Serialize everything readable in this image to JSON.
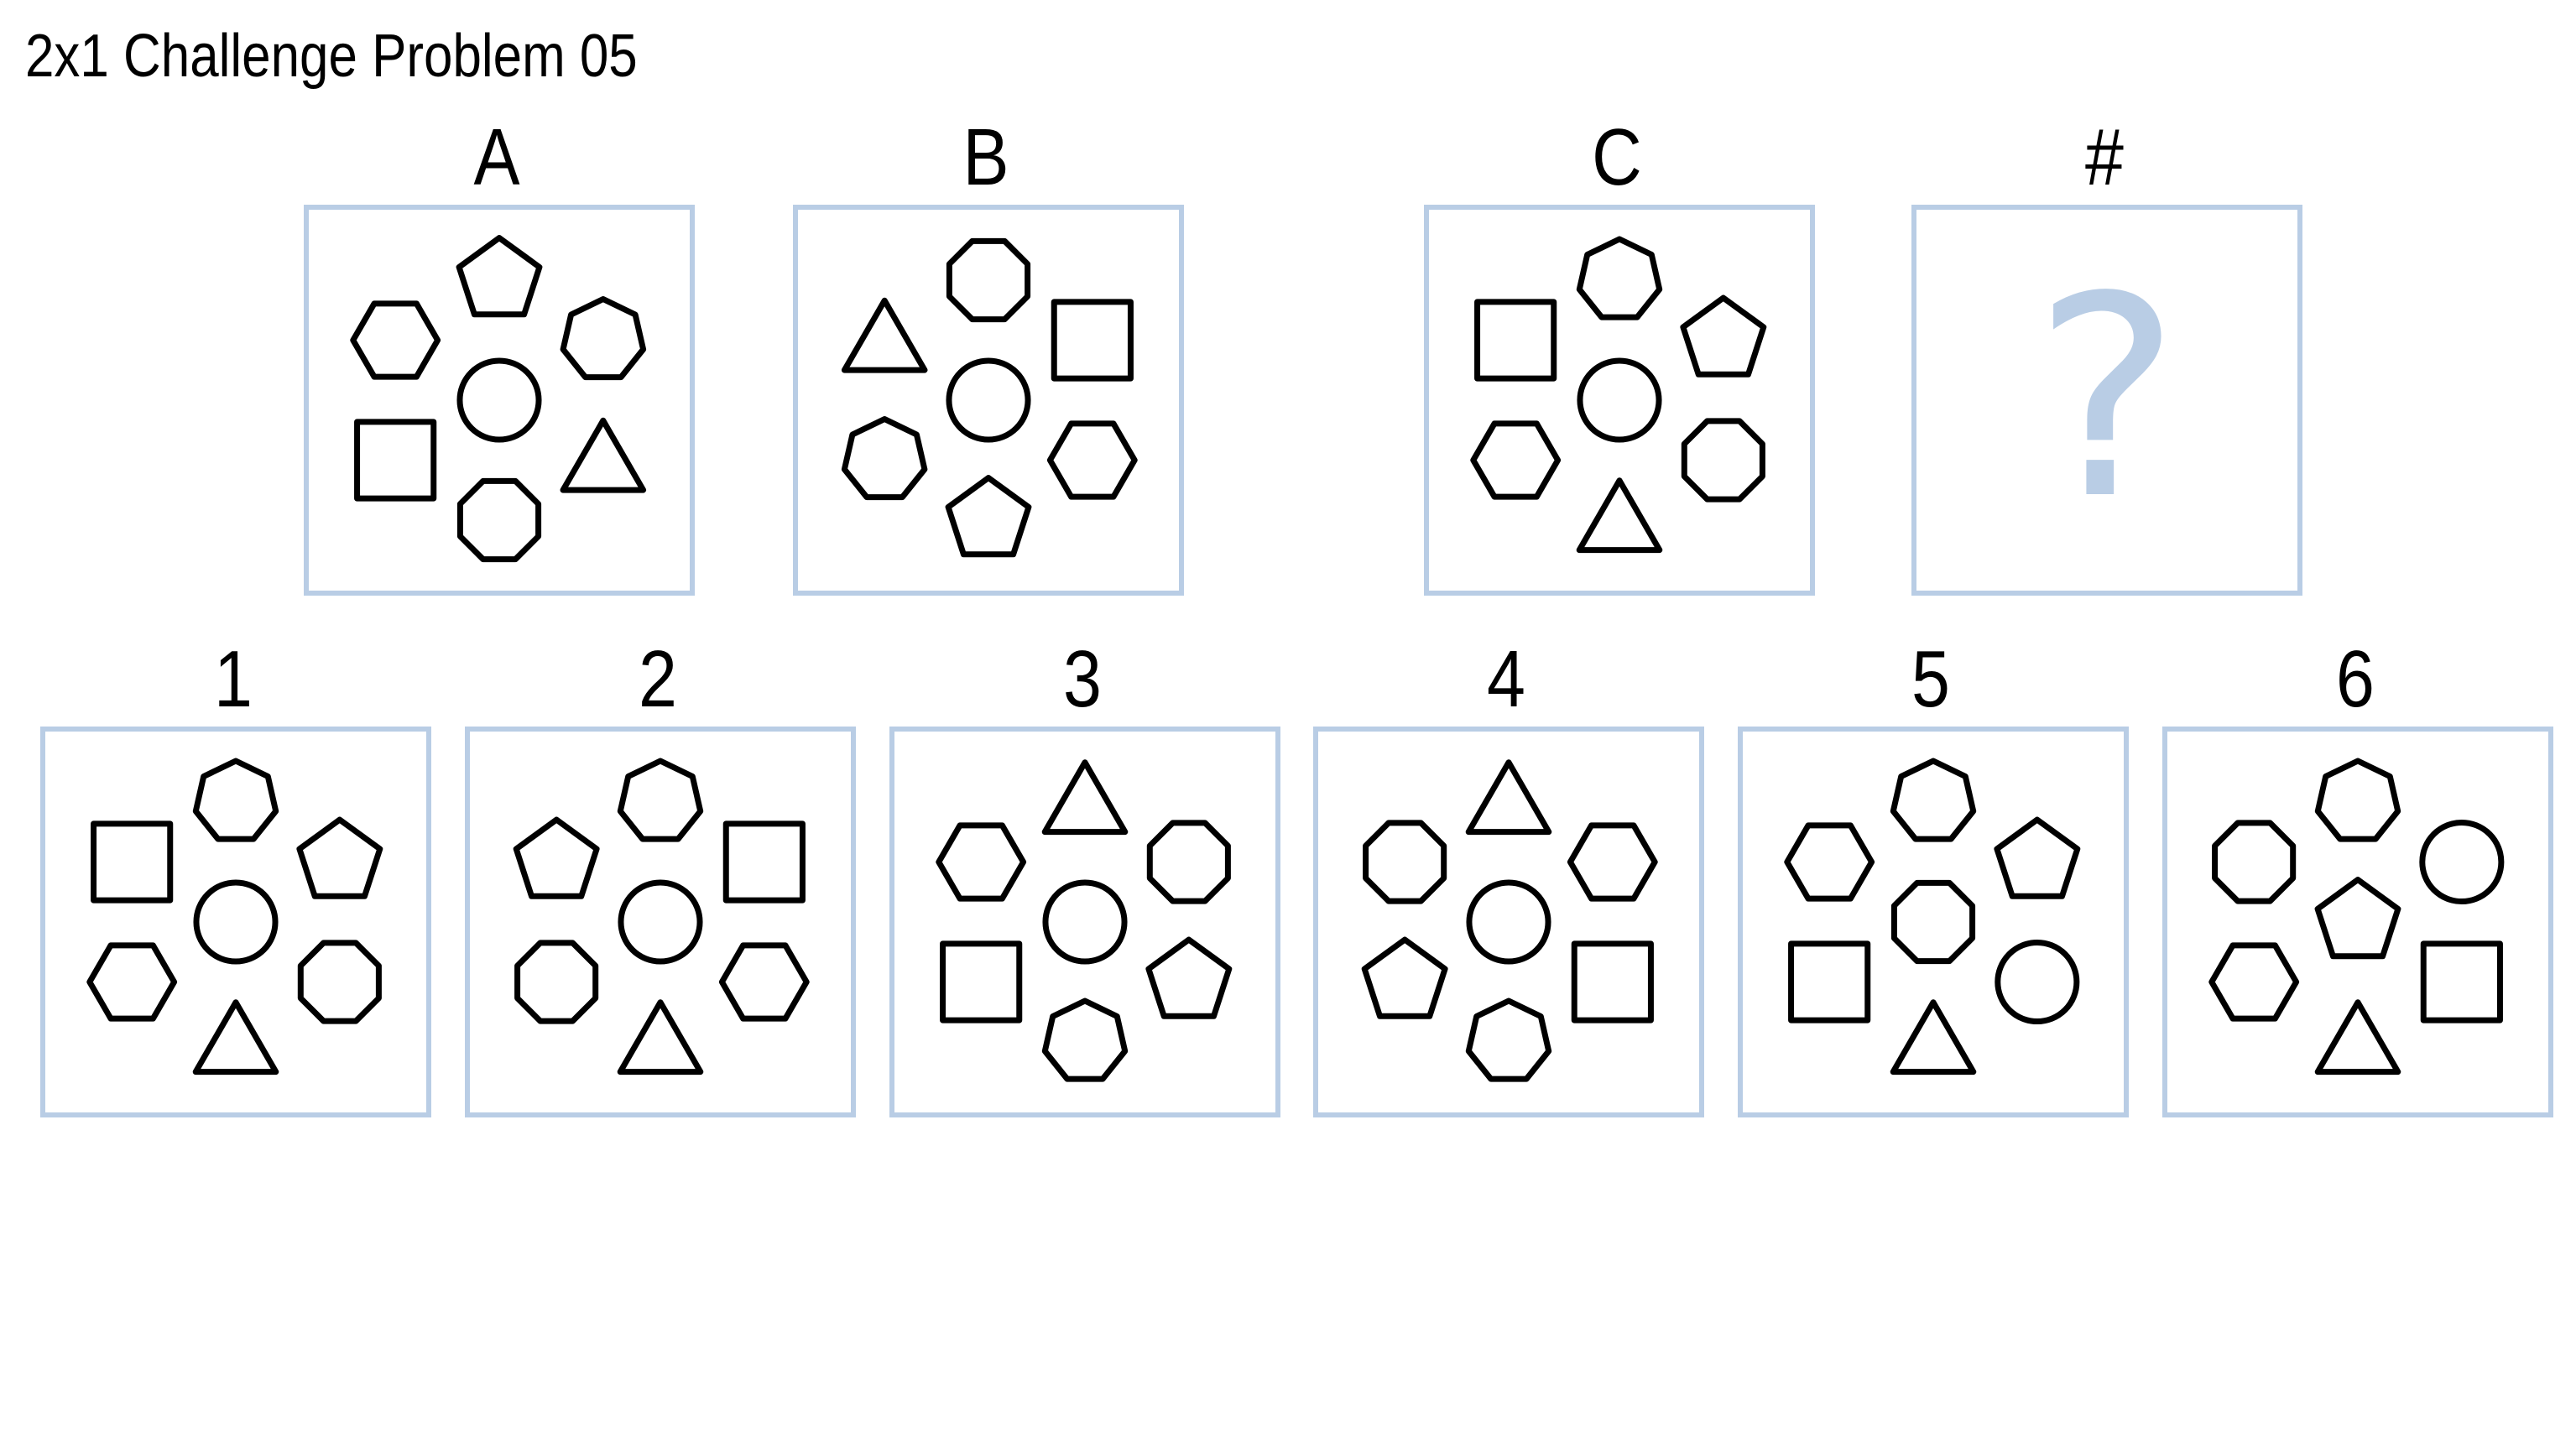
{
  "title": "2x1 Challenge Problem 05",
  "colors": {
    "panel_border": "#b9cde5",
    "shape_stroke": "#000000",
    "question_mark": "#b9cde5"
  },
  "question_mark": "?",
  "problem_panels": [
    {
      "label": "A",
      "ring": [
        "pentagon",
        "heptagon",
        "triangle",
        "octagon",
        "square",
        "hexagon"
      ]
    },
    {
      "label": "B",
      "ring": [
        "octagon",
        "square",
        "hexagon",
        "pentagon",
        "heptagon",
        "triangle"
      ]
    },
    {
      "label": "C",
      "ring": [
        "heptagon",
        "pentagon",
        "octagon",
        "triangle",
        "hexagon",
        "square"
      ]
    },
    {
      "label": "#",
      "unknown": true
    }
  ],
  "answer_panels": [
    {
      "label": "1",
      "center": "circle",
      "ring": [
        "heptagon",
        "pentagon",
        "octagon",
        "triangle",
        "hexagon",
        "square"
      ]
    },
    {
      "label": "2",
      "center": "circle",
      "ring": [
        "heptagon",
        "square",
        "hexagon",
        "triangle",
        "octagon",
        "pentagon"
      ]
    },
    {
      "label": "3",
      "center": "circle",
      "ring": [
        "triangle",
        "octagon",
        "pentagon",
        "heptagon",
        "square",
        "hexagon"
      ]
    },
    {
      "label": "4",
      "center": "circle",
      "ring": [
        "triangle",
        "hexagon",
        "square",
        "heptagon",
        "pentagon",
        "octagon"
      ]
    },
    {
      "label": "5",
      "center": "octagon",
      "ring": [
        "heptagon",
        "pentagon",
        "circle",
        "triangle",
        "square",
        "hexagon"
      ]
    },
    {
      "label": "6",
      "center": "pentagon",
      "ring": [
        "heptagon",
        "circle",
        "square",
        "triangle",
        "hexagon",
        "octagon"
      ]
    }
  ]
}
